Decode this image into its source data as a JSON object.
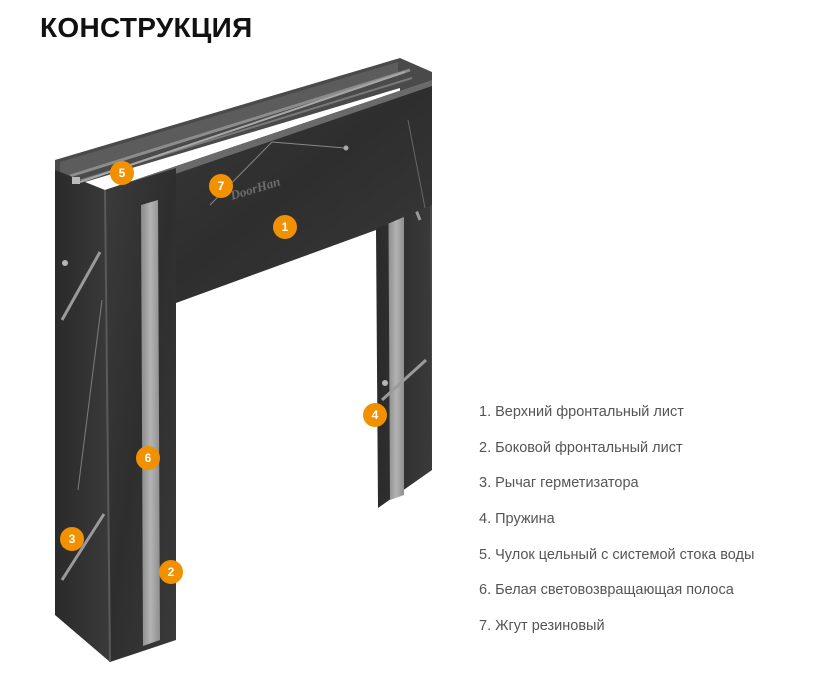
{
  "title": "КОНСТРУКЦИЯ",
  "logo": "DoorHan",
  "accent_color": "#f29100",
  "markers": [
    {
      "id": "1",
      "label": "1"
    },
    {
      "id": "2",
      "label": "2"
    },
    {
      "id": "3",
      "label": "3"
    },
    {
      "id": "4",
      "label": "4"
    },
    {
      "id": "5",
      "label": "5"
    },
    {
      "id": "6",
      "label": "6"
    },
    {
      "id": "7",
      "label": "7"
    }
  ],
  "legend": [
    "1. Верхний фронтальный лист",
    "2. Боковой фронтальный лист",
    "3. Рычаг герметизатора",
    "4. Пружина",
    "5. Чулок цельный с системой стока воды",
    "6. Белая световозвращающая полоса",
    "7. Жгут резиновый"
  ]
}
